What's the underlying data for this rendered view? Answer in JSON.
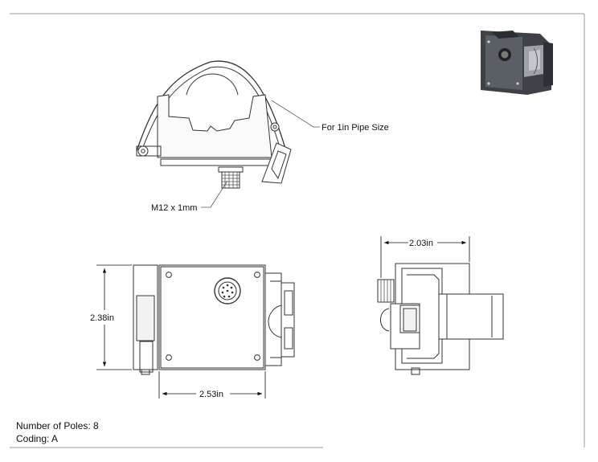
{
  "callouts": {
    "pipe_size": "For 1in Pipe Size",
    "thread": "M12 x 1mm"
  },
  "dimensions": {
    "height": "2.38in",
    "width": "2.53in",
    "depth": "2.03in"
  },
  "notes": {
    "poles": "Number of Poles: 8",
    "coding": "Coding: A"
  }
}
